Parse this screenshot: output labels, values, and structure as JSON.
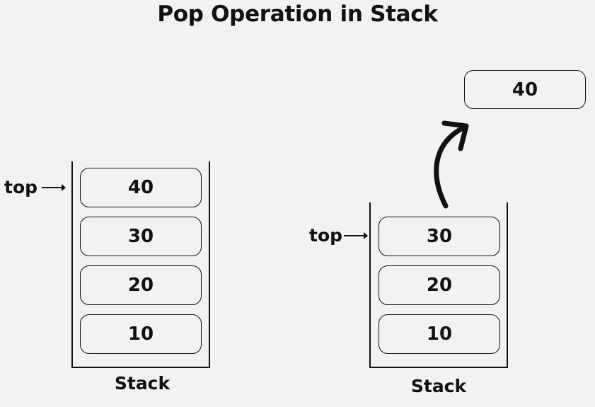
{
  "title": "Pop Operation in Stack",
  "before": {
    "pointer_label": "top",
    "items": [
      "40",
      "30",
      "20",
      "10"
    ],
    "label": "Stack"
  },
  "after": {
    "pointer_label": "top",
    "items": [
      "30",
      "20",
      "10"
    ],
    "label": "Stack",
    "popped": "40"
  },
  "colors": {
    "background": "#f2f2f2",
    "stroke": "#111111"
  }
}
